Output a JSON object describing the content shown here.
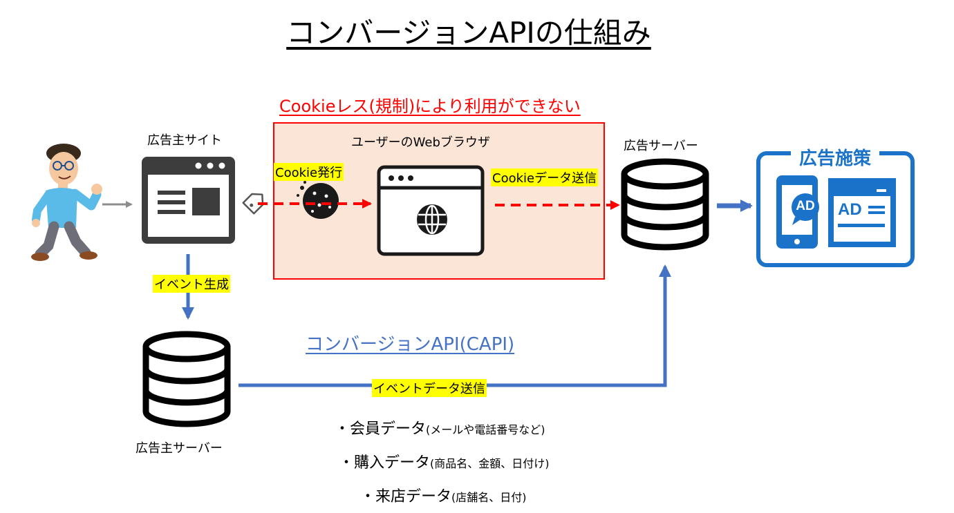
{
  "title": "コンバージョンAPIの仕組み",
  "cookieless_heading": "Cookieレス(規制)により利用ができない",
  "browser_label": "ユーザーのWebブラウザ",
  "advertiser_site_label": "広告主サイト",
  "ad_server_label": "広告サーバー",
  "advertiser_server_label": "広告主サーバー",
  "cookie_issue_label": "Cookie発行",
  "cookie_send_label": "Cookieデータ送信",
  "event_generation_label": "イベント生成",
  "capi_label": "コンバージョンAPI(CAPI)",
  "event_send_label": "イベントデータ送信",
  "ad_measures_title": "広告施策",
  "ad_badge_phone": "AD",
  "ad_badge_panel": "AD",
  "data_items": [
    {
      "main": "・会員データ",
      "detail": "(メールや電話番号など)"
    },
    {
      "main": "・購入データ",
      "detail": "(商品名、金額、日付け)"
    },
    {
      "main": "・来店データ",
      "detail": "(店舗名、日付)"
    }
  ],
  "colors": {
    "red": "#ff0000",
    "blue_arrow": "#4472c4",
    "ad_blue": "#1a73c8",
    "highlight": "#ffff00",
    "box_fill": "#fbe5d6"
  }
}
